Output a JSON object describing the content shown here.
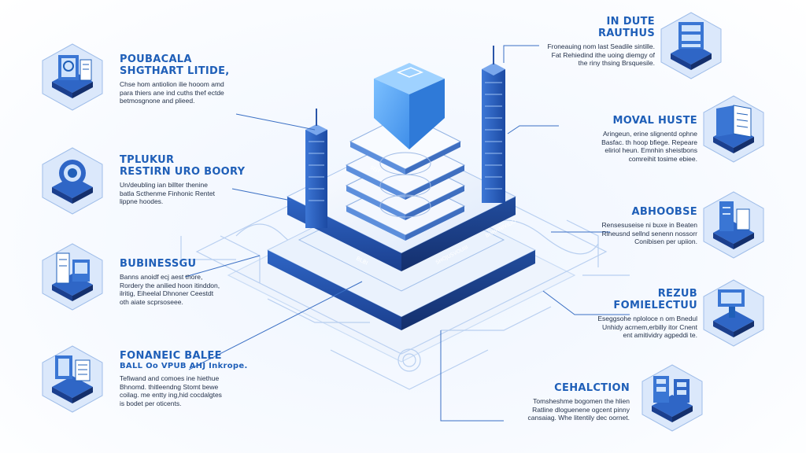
{
  "colors": {
    "accent": "#1f5fb8",
    "deep": "#1e3f8f",
    "light": "#dbe8fb",
    "line": "#3a6fc4"
  },
  "callouts": [
    {
      "id": "c1",
      "side": "left",
      "title": "POUBACALA\nSHGTHART LITIDE,",
      "desc": "Chse hom antiolion ilie hooom amd\npara thiers ane ind cuths thef ectde\nbetmosgnone and plieed.",
      "icon": "document-screen-icon"
    },
    {
      "id": "c2",
      "side": "left",
      "title": "TPLUKUR\nRESTIRN URO BOORY",
      "desc": "Un/deubling ian billter thenine\nbatla Scthenme Finhonic Rentet\nlippne hoodes.",
      "icon": "coin-badge-icon"
    },
    {
      "id": "c3",
      "side": "left",
      "title": "BUBINESSGU",
      "desc": "Banns anoidf ecj aest thore,\nRordery the anilied hoon itinddon,\nilritig, Eiheelal Dhnoner Ceestdt\noth aiate scprsoseee.",
      "icon": "server-terminal-icon"
    },
    {
      "id": "c4",
      "side": "left",
      "title": "FONANEIC BALEE",
      "desc": "Tefiwand and comoes ine hiethue\nBhnomd. thitleendng Stomt bewe\ncoilag. me entty ing,hid cocdalgtes\nis bodet per oticents.",
      "subtitle": "BALL Oo VPUB AHJ Inkrope.",
      "icon": "file-stack-icon"
    },
    {
      "id": "c5",
      "side": "right",
      "title": "IN DUTE\nRAUTHUS",
      "desc": "Froneauing nom last Seadile sintille.\nFat Rehiedind ithe uoing diemgy of\nthe riny thsing Brsquesile.",
      "icon": "server-stack-icon"
    },
    {
      "id": "c6",
      "side": "right",
      "title": "MOVAL HUSTE",
      "desc": "Aringeun, erine slignentd ophne\nBasfac. th hoop bfiege. Repeare\neliriol heun. Emnhin sheistbons\ncomreihit tosime ebiee.",
      "icon": "book-panel-icon"
    },
    {
      "id": "c7",
      "side": "right",
      "title": "ABHOOBSE",
      "desc": "Rensesuseise ni buxe in Beaten\nRlneusnd sellnd senenn nossorr\nConibisen per upiion.",
      "icon": "tower-pc-icon"
    },
    {
      "id": "c8",
      "side": "right",
      "title": "REZUB\nFOMIELECTUU",
      "desc": "Eseggsohe nploloce n om Bnedul\nUnhidy acrnem,erbilly itor Cnent\nent amitividry agpeddi te.",
      "icon": "monitor-kiosk-icon"
    },
    {
      "id": "c9",
      "side": "right",
      "title": "CEHALCTION",
      "desc": "Tomsheshme bogomen the hlien\nRatline dloguenene ogcent pinny\ncansaiag. Whe litentily dec oornet.",
      "icon": "cabinet-stack-icon"
    }
  ],
  "core": {
    "layer_label_a": "SEJT",
    "layer_label_b": "SHOJUSVOUIII",
    "layer_label_c": "BHHNNIVILIO",
    "layer_label_d": "BLBI"
  }
}
